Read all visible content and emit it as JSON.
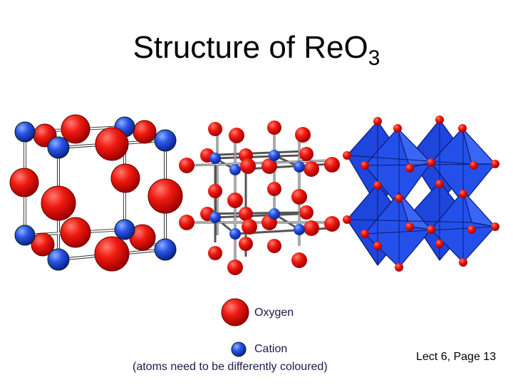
{
  "slide": {
    "title_main": "Structure of ReO",
    "title_sub": "3",
    "structures": [
      "unit-cell-space-filling",
      "unit-cell-ball-and-stick",
      "octahedra-framework"
    ],
    "colors": {
      "oxygen": "#e8000b",
      "cation": "#1f4be0",
      "octahedron": "#1a3fd8"
    }
  },
  "legend": {
    "oxygen_label": "Oxygen",
    "cation_label": "Cation",
    "note": "(atoms need to be differently coloured)"
  },
  "footer": {
    "page_label": "Lect 6,  Page 13"
  }
}
